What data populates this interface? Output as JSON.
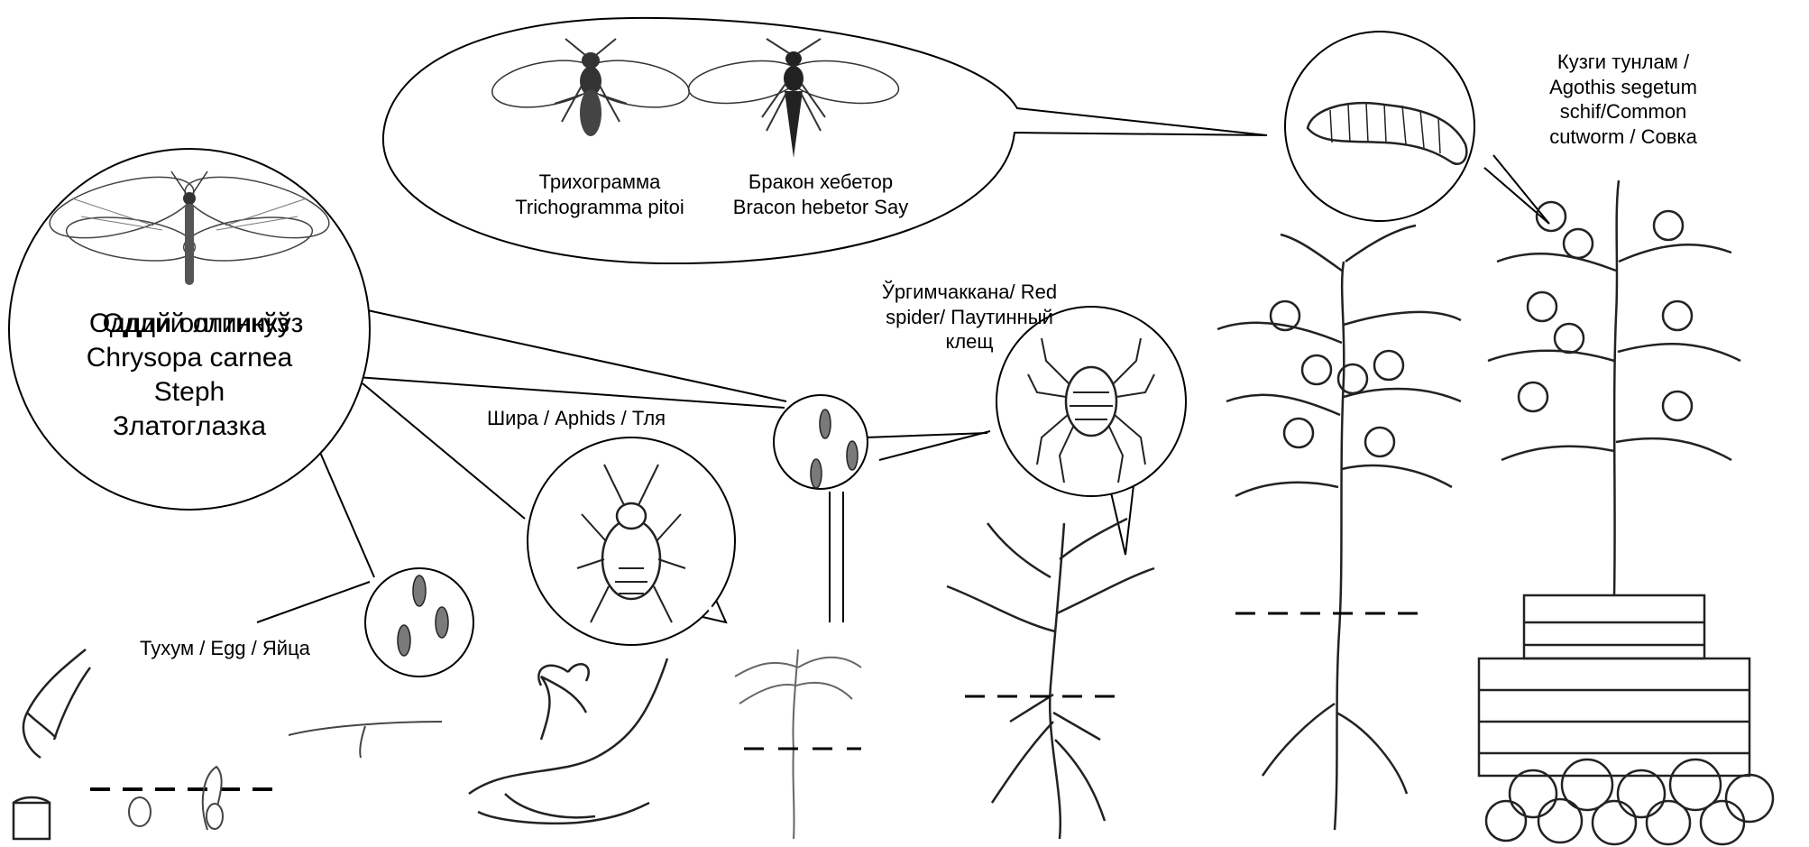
{
  "labels": {
    "trichogramma": {
      "line1": "Трихограмма",
      "line2": "Trichogramma pitoi"
    },
    "bracon": {
      "line1": "Бракон хебетор",
      "line2": "Bracon hebetor Say"
    },
    "cutworm": {
      "line1": "Кузги тунлам /",
      "line2": "Agothis segetum",
      "line3": "schif/Common",
      "line4": "cutworm / Совка"
    },
    "lacewing": {
      "line1": "Оддий олтинкўз",
      "line2": "Chrysopa carnea",
      "line3": "Steph",
      "line4": "Златоглазка",
      "overlap": "Oддий олтинкўз"
    },
    "red_spider": {
      "line1": "Ўргимчаккана/ Red",
      "line2": "spider/ Паутинный",
      "line3": "клещ"
    },
    "aphids": {
      "text": "Шира / Aphids / Тля"
    },
    "egg": {
      "text": "Тухум / Egg / Яйца"
    }
  },
  "icons": {
    "wasp1": "trichogramma-wasp-icon",
    "wasp2": "bracon-wasp-icon",
    "larva": "cutworm-larva-icon",
    "lacewing": "lacewing-icon",
    "mite": "spider-mite-icon",
    "aphid": "aphid-icon",
    "eggs": "egg-cluster-icon"
  },
  "colors": {
    "line": "#000000",
    "egg_fill": "#7a7a7a",
    "plant_line": "#222222",
    "background": "#ffffff"
  }
}
